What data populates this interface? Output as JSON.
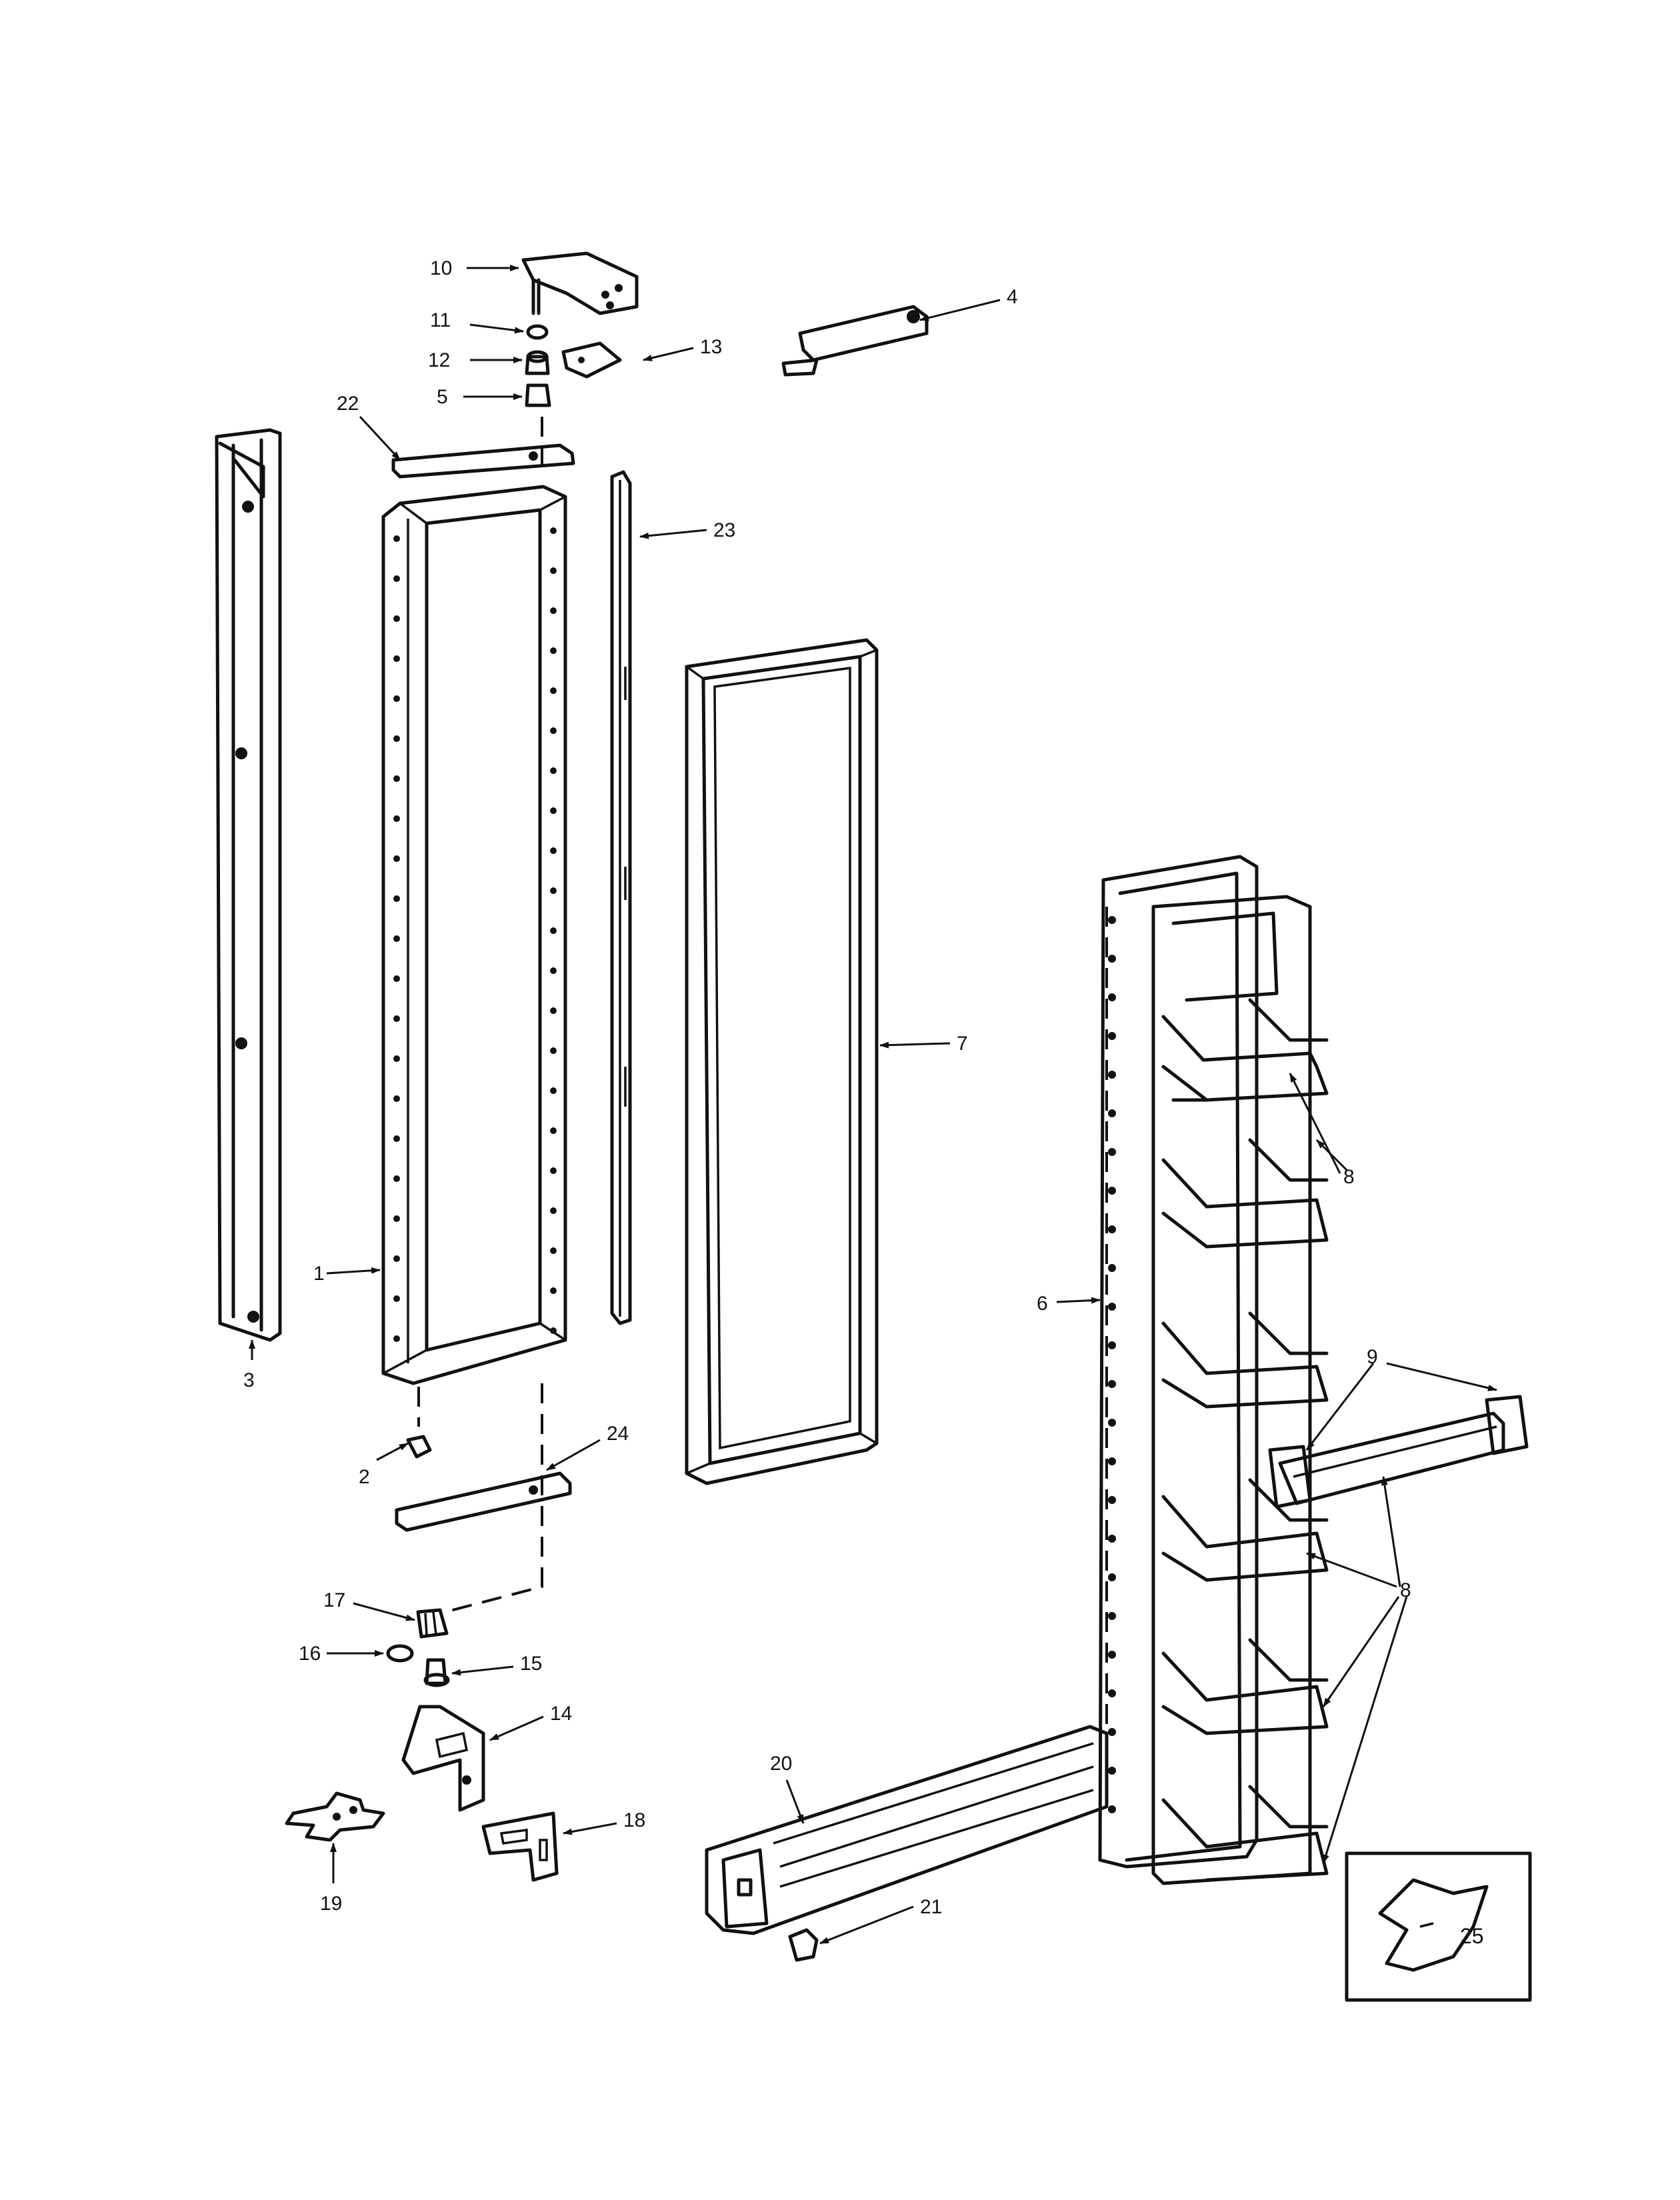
{
  "diagram": {
    "callouts": [
      {
        "id": "1",
        "text": "1"
      },
      {
        "id": "2",
        "text": "2"
      },
      {
        "id": "3",
        "text": "3"
      },
      {
        "id": "4",
        "text": "4"
      },
      {
        "id": "5",
        "text": "5"
      },
      {
        "id": "6",
        "text": "6"
      },
      {
        "id": "7",
        "text": "7"
      },
      {
        "id": "8a",
        "text": "8"
      },
      {
        "id": "8b",
        "text": "8"
      },
      {
        "id": "9",
        "text": "9"
      },
      {
        "id": "10",
        "text": "10"
      },
      {
        "id": "11",
        "text": "11"
      },
      {
        "id": "12",
        "text": "12"
      },
      {
        "id": "13",
        "text": "13"
      },
      {
        "id": "14",
        "text": "14"
      },
      {
        "id": "15",
        "text": "15"
      },
      {
        "id": "16",
        "text": "16"
      },
      {
        "id": "17",
        "text": "17"
      },
      {
        "id": "18",
        "text": "18"
      },
      {
        "id": "19",
        "text": "19"
      },
      {
        "id": "20",
        "text": "20"
      },
      {
        "id": "21",
        "text": "21"
      },
      {
        "id": "22",
        "text": "22"
      },
      {
        "id": "23",
        "text": "23"
      },
      {
        "id": "24",
        "text": "24"
      },
      {
        "id": "25",
        "text": "25"
      }
    ]
  }
}
